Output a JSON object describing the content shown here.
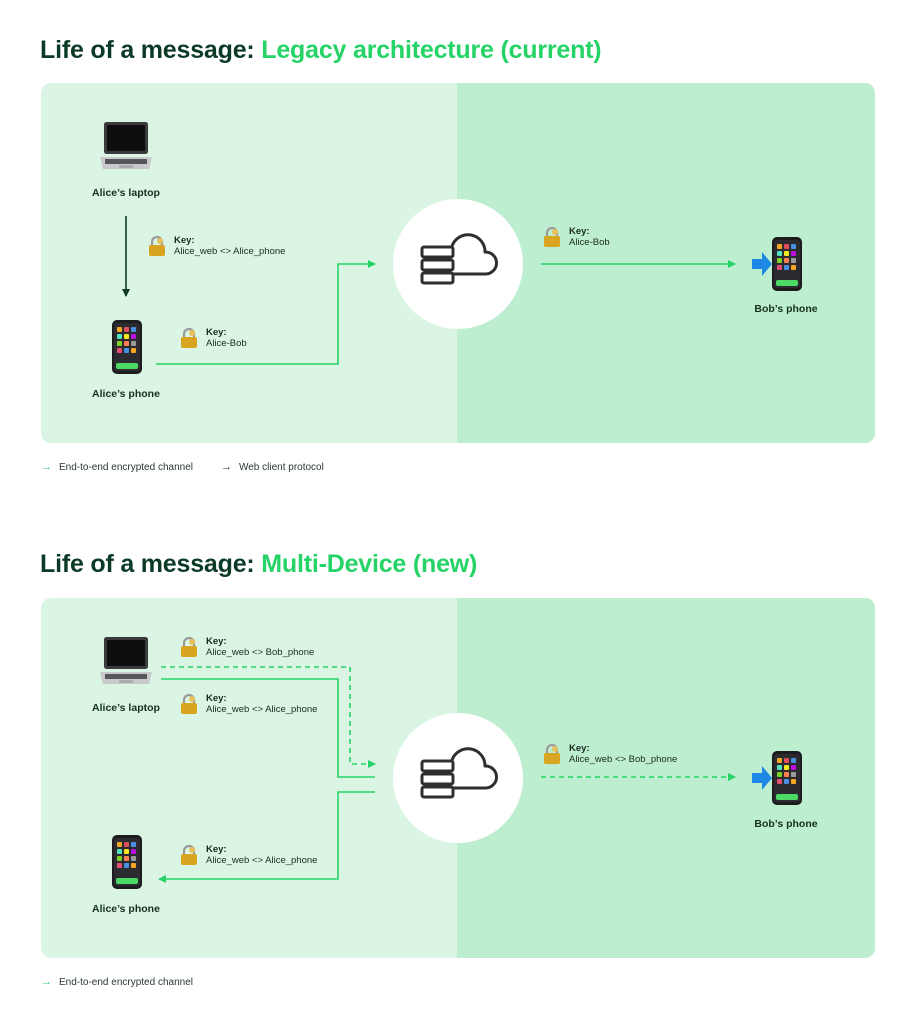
{
  "section1": {
    "title_prefix": "Life of a message:",
    "title_highlight": "Legacy architecture (current)",
    "alice_laptop": "Alice’s laptop",
    "alice_phone": "Alice’s phone",
    "bob_phone": "Bob’s phone",
    "key_web_label": "Key:",
    "key_web_value": "Alice_web <> Alice_phone",
    "key_phone_label": "Key:",
    "key_phone_value": "Alice-Bob",
    "key_bob_label": "Key:",
    "key_bob_value": "Alice-Bob",
    "legend": [
      {
        "arrow": "→",
        "label": "End-to-end encrypted channel",
        "color": "#25d366"
      },
      {
        "arrow": "→",
        "label": "Web client protocol",
        "color": "#12341f"
      }
    ]
  },
  "section2": {
    "title_prefix": "Life of a message:",
    "title_highlight": "Multi-Device (new)",
    "alice_laptop": "Alice’s laptop",
    "alice_phone": "Alice’s phone",
    "bob_phone": "Bob’s phone",
    "key1_label": "Key:",
    "key1_value": "Alice_web <> Bob_phone",
    "key2_label": "Key:",
    "key2_value": "Alice_web <> Alice_phone",
    "key3_label": "Key:",
    "key3_value": "Alice_web <> Alice_phone",
    "key4_label": "Key:",
    "key4_value": "Alice_web <> Bob_phone",
    "legend": [
      {
        "arrow": "→",
        "label": "End-to-end encrypted channel",
        "color": "#25d366"
      }
    ]
  },
  "colors": {
    "accent": "#25d366",
    "dark": "#0b3b26",
    "panel_left": "#dbf5e4",
    "panel_right": "#bdeecf"
  },
  "icons": [
    "laptop-icon",
    "phone-icon",
    "server-cloud-icon",
    "lock-key-icon",
    "incoming-arrow-icon"
  ]
}
